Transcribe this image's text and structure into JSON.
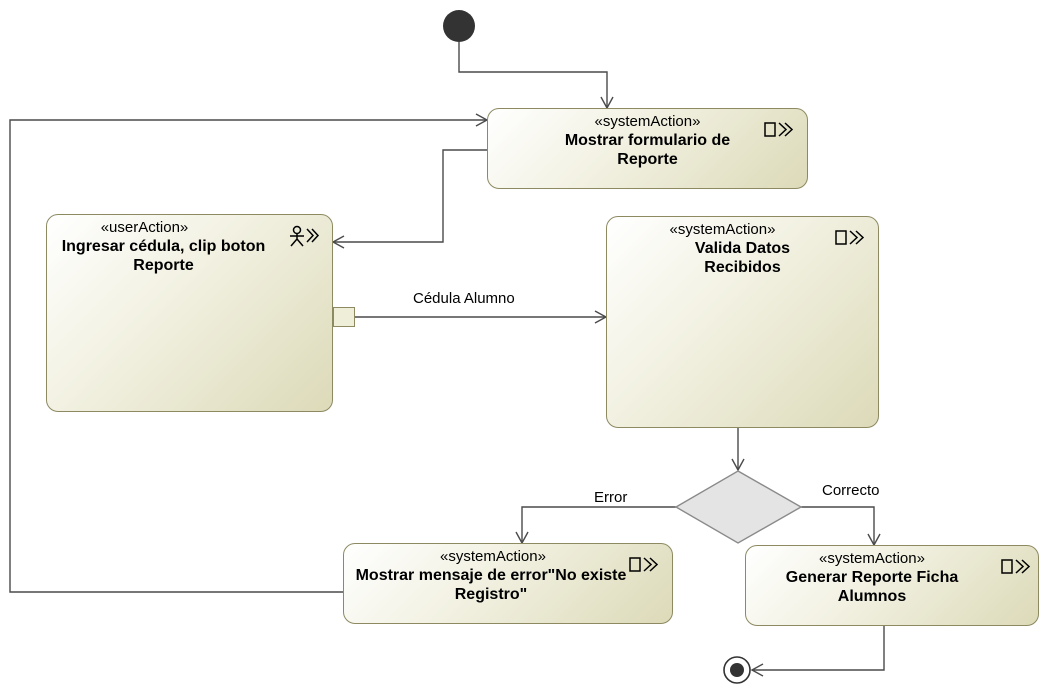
{
  "nodes": {
    "mostrar_formulario": {
      "stereotype": "«systemAction»",
      "title": "Mostrar formulario de Reporte",
      "icon": "system-action-icon"
    },
    "ingresar_cedula": {
      "stereotype": "«userAction»",
      "title": "Ingresar cédula, clip boton  Reporte",
      "icon": "user-action-icon"
    },
    "valida_datos": {
      "stereotype": "«systemAction»",
      "title": "Valida Datos Recibidos",
      "icon": "system-action-icon"
    },
    "mostrar_mensaje": {
      "stereotype": "«systemAction»",
      "title": "Mostrar mensaje de error\"No existe Registro\"",
      "icon": "system-action-icon"
    },
    "generar_reporte": {
      "stereotype": "«systemAction»",
      "title": "Generar Reporte Ficha Alumnos",
      "icon": "system-action-icon"
    }
  },
  "edges": {
    "cedula_alumno": "Cédula Alumno",
    "error": "Error",
    "correcto": "Correcto"
  },
  "colors": {
    "node_border": "#8d8a62",
    "line": "#4a4a4a",
    "initial_node": "#333333",
    "decision_fill": "#e4e4e4"
  }
}
